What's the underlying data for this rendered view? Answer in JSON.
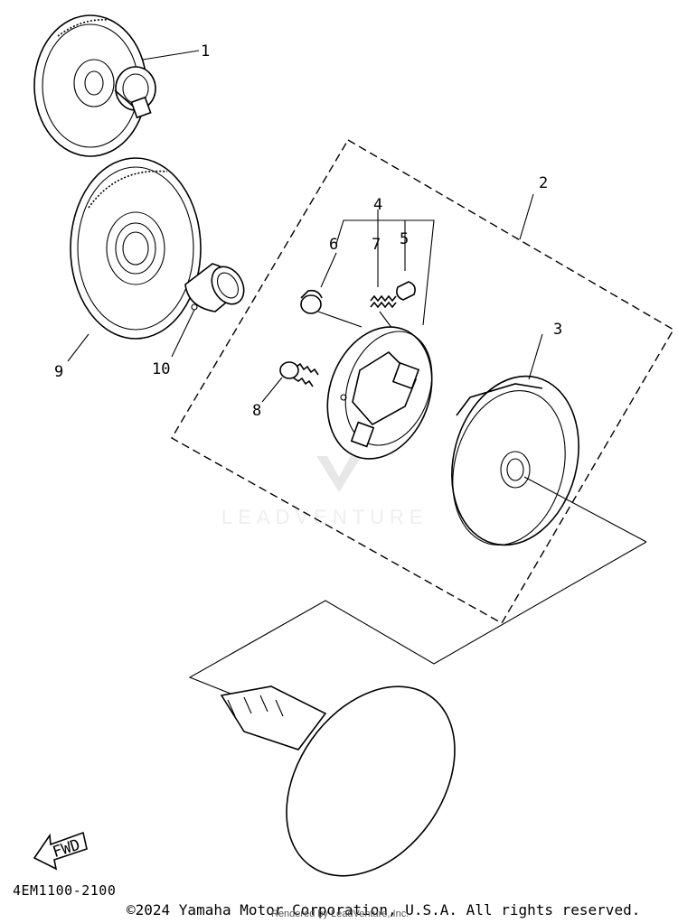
{
  "diagram": {
    "callouts": {
      "c1": "1",
      "c2": "2",
      "c3": "3",
      "c4": "4",
      "c5": "5",
      "c6": "6",
      "c7": "7",
      "c8": "8",
      "c9": "9",
      "c10": "10"
    },
    "fwd_label": "FWD",
    "watermark": "LEADVENTURE",
    "diagram_code": "4EM1100-2100",
    "copyright": "©2024 Yamaha Motor Corporation, U.S.A. All rights reserved.",
    "rendered_by": "Rendered by LeadVenture, Inc."
  }
}
